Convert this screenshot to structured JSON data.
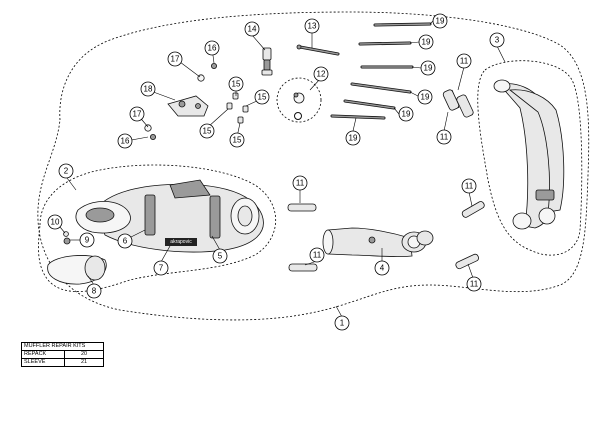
{
  "callouts": {
    "c1": "1",
    "c2": "2",
    "c3": "3",
    "c4": "4",
    "c5": "5",
    "c6": "6",
    "c7": "7",
    "c8": "8",
    "c9": "9",
    "c10": "10",
    "c11a": "11",
    "c11b": "11",
    "c11c": "11",
    "c11d": "11",
    "c11e": "11",
    "c11f": "11",
    "c12": "12",
    "c13": "13",
    "c14": "14",
    "c15a": "15",
    "c15b": "15",
    "c15c": "15",
    "c15d": "15",
    "c16a": "16",
    "c16b": "16",
    "c17a": "17",
    "c17b": "17",
    "c18": "18",
    "c19a": "19",
    "c19b": "19",
    "c19c": "19",
    "c19d": "19",
    "c19e": "19",
    "c19f": "19"
  },
  "kits_table": {
    "header": "MUFFLER REPAIR KITS",
    "rows": [
      {
        "label": "REPACK",
        "number": "20"
      },
      {
        "label": "SLEEVE",
        "number": "21"
      }
    ]
  },
  "logo_text": "akrapovic"
}
